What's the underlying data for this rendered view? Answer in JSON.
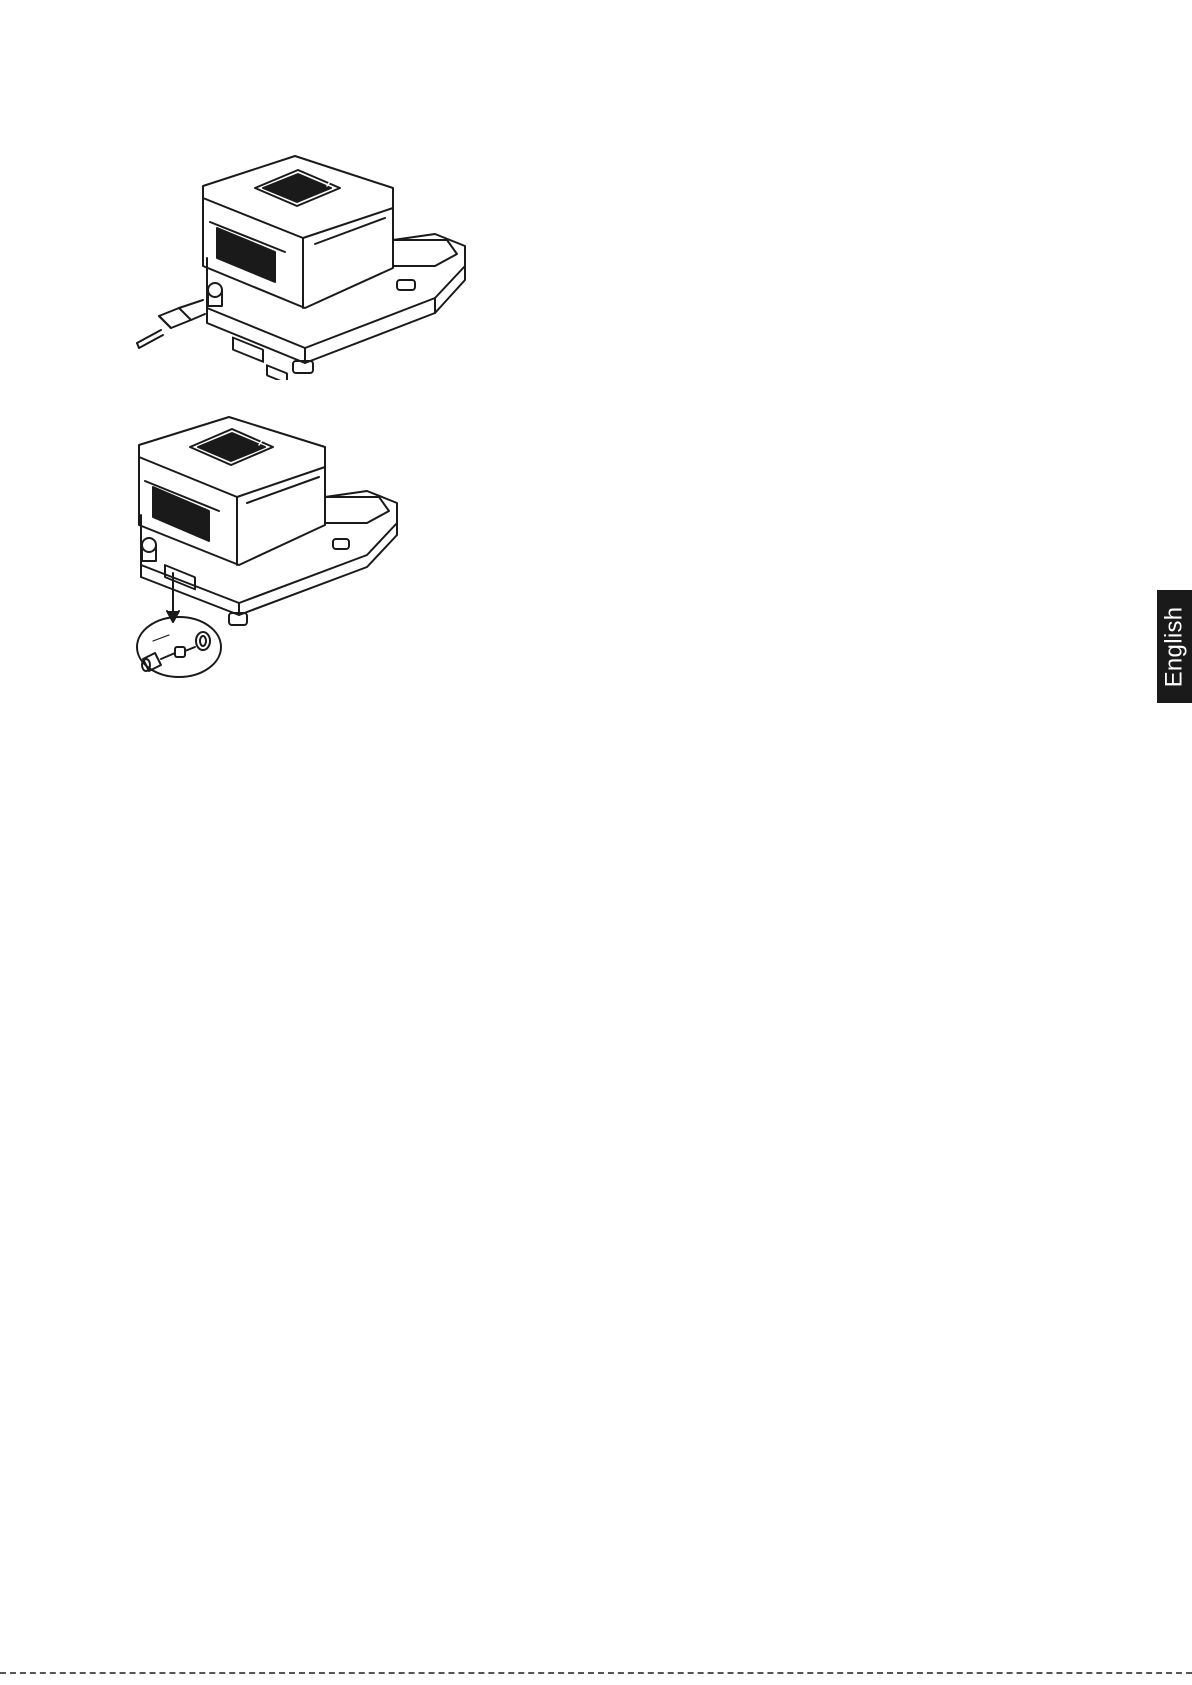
{
  "page": {
    "language_tab": "English"
  },
  "figures": [
    {
      "name": "power-cable-connection",
      "icon": "moisture-analyzer-with-power-plug"
    },
    {
      "name": "fuse-removal",
      "icon": "moisture-analyzer-with-fuse-detail"
    }
  ],
  "colors": {
    "ink": "#1a1a1a",
    "tab_background": "#1a1a1a",
    "tab_text": "#ffffff"
  }
}
